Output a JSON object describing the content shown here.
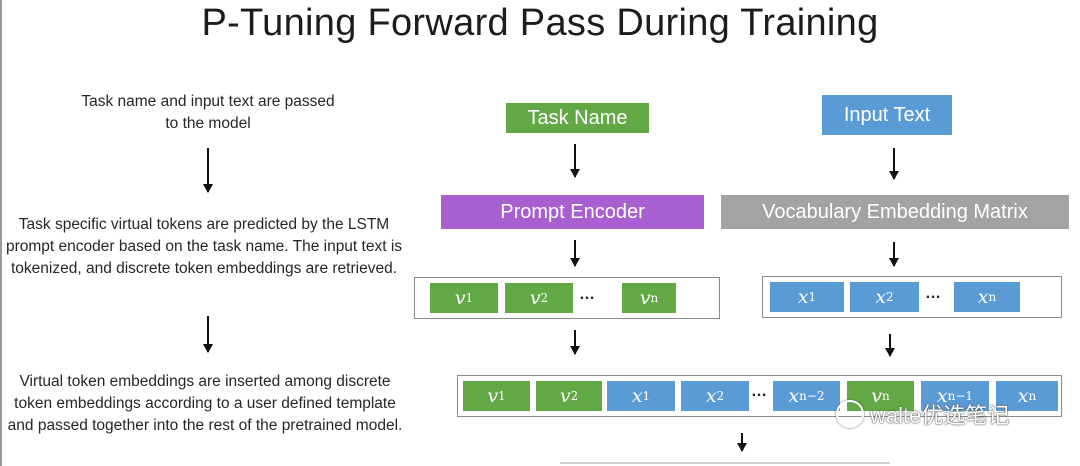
{
  "title": "P-Tuning Forward Pass During Training",
  "steps": [
    "Task name and input text are passed to the model",
    "Task specific virtual tokens are predicted by the LSTM prompt encoder based on the task name. The input text is tokenized, and discrete token embeddings are retrieved.",
    "Virtual token embeddings are inserted among discrete token embeddings according to a user defined template and passed together into the rest of the pretrained model."
  ],
  "nodes": {
    "task_name": "Task Name",
    "input_text": "Input Text",
    "prompt_encoder": "Prompt Encoder",
    "vocab_matrix": "Vocabulary Embedding Matrix"
  },
  "virtual_tokens": [
    {
      "base": "v",
      "sub": "1"
    },
    {
      "base": "v",
      "sub": "2"
    },
    {
      "base": "v",
      "sub": "n"
    }
  ],
  "input_tokens": [
    {
      "base": "x",
      "sub": "1"
    },
    {
      "base": "x",
      "sub": "2"
    },
    {
      "base": "x",
      "sub": "n"
    }
  ],
  "combined_tokens": [
    {
      "base": "v",
      "sub": "1"
    },
    {
      "base": "v",
      "sub": "2"
    },
    {
      "base": "x",
      "sub": "1"
    },
    {
      "base": "x",
      "sub": "2"
    },
    {
      "base": "x",
      "sub": "n−2"
    },
    {
      "base": "v",
      "sub": "n"
    },
    {
      "base": "x",
      "sub": "n−1"
    },
    {
      "base": "x",
      "sub": "n"
    }
  ],
  "ellipsis": "…",
  "watermark": "walte优选笔记",
  "colors": {
    "green": "#62a844",
    "blue": "#5b9bd5",
    "purple": "#a85fd0",
    "gray": "#a3a3a3"
  }
}
